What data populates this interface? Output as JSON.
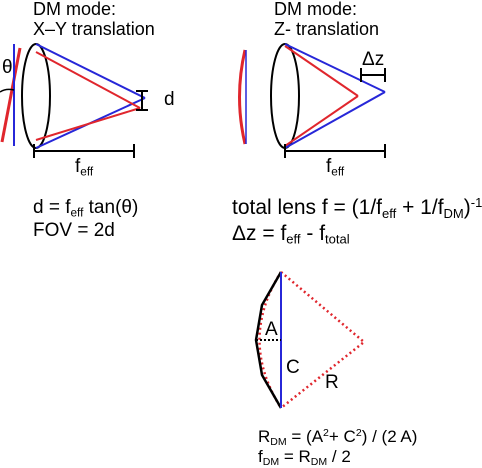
{
  "panels": {
    "xy": {
      "heading_line1": "DM mode:",
      "heading_line2": "X–Y translation",
      "theta_label": "θ",
      "d_label": "d",
      "feff_main": "f",
      "feff_sub": "eff"
    },
    "z": {
      "heading_line1": "DM mode:",
      "heading_line2": "Z- translation",
      "dz_label": "Δz",
      "feff_main": "f",
      "feff_sub": "eff"
    }
  },
  "equations": {
    "d_eq": {
      "lhs": "d = f",
      "sub": "eff",
      "rest": " tan(θ)"
    },
    "fov_eq": "FOV = 2d",
    "total_lens": {
      "a": "total lens f = (1/f",
      "sub1": "eff",
      "b": " + 1/f",
      "sub2": "DM",
      "c": ")",
      "sup": "-1"
    },
    "dz_eq": {
      "a": "Δz = f",
      "sub1": "eff",
      "b": " - f",
      "sub2": "total"
    },
    "rdm_eq": {
      "a": "R",
      "sub1": "DM",
      "b": " = (A",
      "sup1": "2",
      "c": "+ C",
      "sup2": "2",
      "d": ") / (2 A)"
    },
    "fdm_eq": {
      "a": "f",
      "sub1": "DM",
      "b": " = R",
      "sub2": "DM",
      "c": " / 2"
    }
  },
  "geometry_labels": {
    "a": "A",
    "c": "C",
    "r": "R"
  },
  "colors": {
    "red": "#e0262d",
    "blue": "#2727d8",
    "black": "#000000"
  }
}
